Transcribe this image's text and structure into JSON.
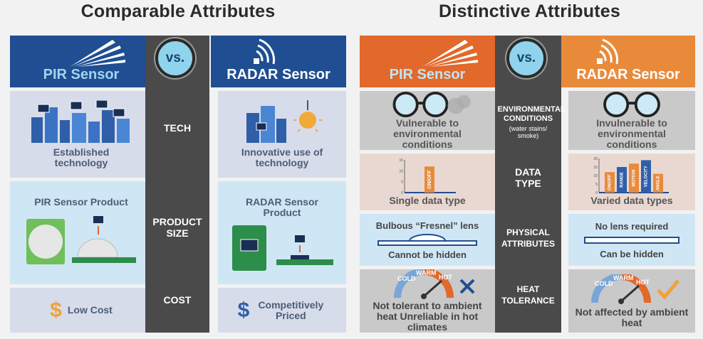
{
  "left_title": "Comparable Attributes",
  "right_title": "Distinctive Attributes",
  "vs_label": "vs.",
  "pir_label": "PIR Sensor",
  "radar_label": "RADAR Sensor",
  "comparable": {
    "rows": [
      {
        "label": "TECH",
        "pir": "Established technology",
        "radar": "Innovative use of technology"
      },
      {
        "label": "PRODUCT SIZE",
        "pir": "PIR Sensor Product",
        "radar": "RADAR Sensor Product"
      },
      {
        "label": "COST",
        "pir": "Low Cost",
        "radar": "Competitively Priced",
        "currency": "$"
      }
    ]
  },
  "distinctive": {
    "rows": [
      {
        "label": "ENVIRONMENTAL CONDITIONS",
        "sub": "(water stains/ smoke)",
        "pir": "Vulnerable to environmental conditions",
        "radar": "Invulnerable to environmental conditions"
      },
      {
        "label": "DATA TYPE",
        "pir": "Single data type",
        "radar": "Varied data types"
      },
      {
        "label": "PHYSICAL ATTRIBUTES",
        "pir_top": "Bulbous “Fresnel” lens",
        "pir": "Cannot be hidden",
        "radar_top": "No lens required",
        "radar": "Can be hidden"
      },
      {
        "label": "HEAT TOLERANCE",
        "pir": "Not tolerant to ambient heat Unreliable in hot climates",
        "radar": "Not affected by ambient heat"
      }
    ],
    "pir_bar": {
      "label": "ON/OFF",
      "value": 12
    },
    "radar_bars": [
      {
        "label": "ON/OFF",
        "value": 12
      },
      {
        "label": "RANGE",
        "value": 15
      },
      {
        "label": "MOTION",
        "value": 17
      },
      {
        "label": "VELOCITY",
        "value": 19
      },
      {
        "label": "ANGLE",
        "value": 11
      }
    ],
    "pir_ticks": [
      "15",
      "10",
      "5",
      "0"
    ],
    "radar_ticks": [
      "20",
      "15",
      "10",
      "5",
      "0"
    ],
    "gauge": {
      "cold": "COLD",
      "warm": "WARM",
      "hot": "HOT"
    }
  },
  "colors": {
    "navy": "#1f4e92",
    "orange": "#e2682b",
    "orange_light": "#e98a3b",
    "spine": "#4a4a4a",
    "vs_fill": "#8fd3ec"
  }
}
